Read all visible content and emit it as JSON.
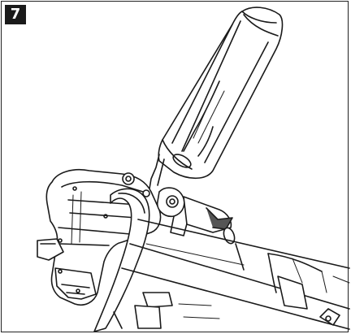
{
  "figure": {
    "step_number": "7"
  },
  "colors": {
    "badge_bg": "#1a1a1a",
    "badge_text": "#ffffff",
    "line": "#1a1a1a"
  },
  "illustration": {
    "subject": "blower-tube-assembly",
    "icon": "leaf-blower-diagram"
  }
}
